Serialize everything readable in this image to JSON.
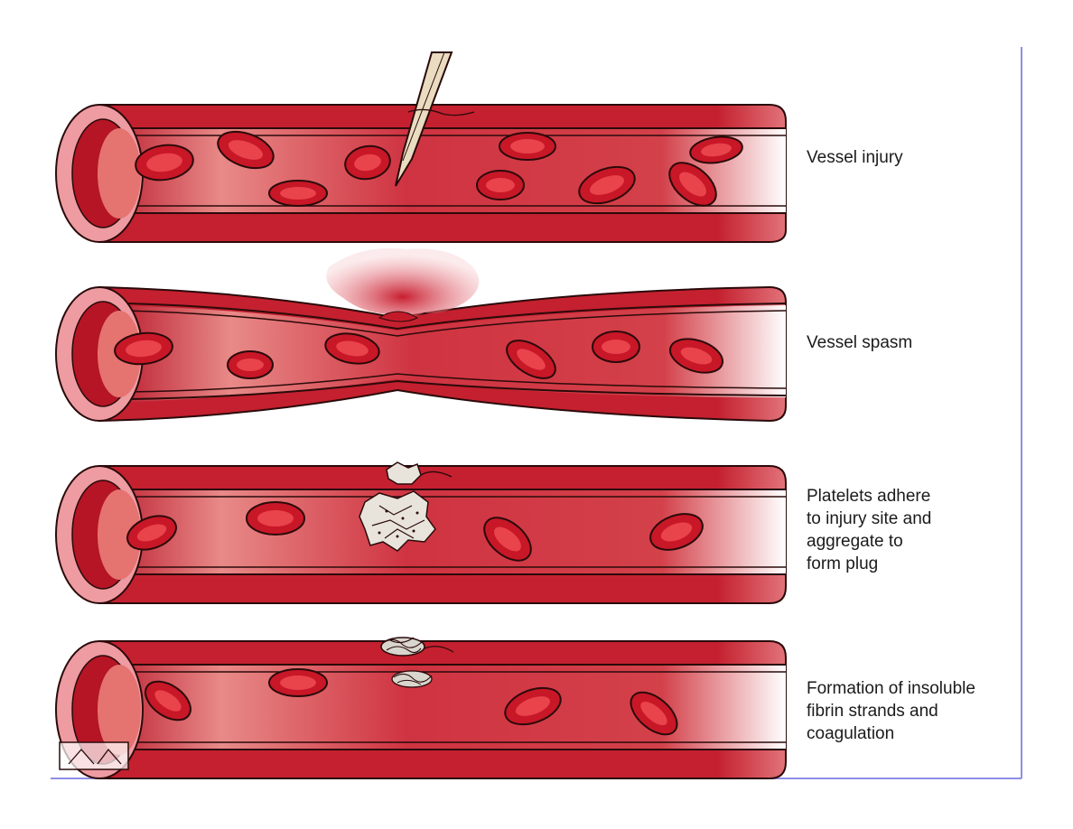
{
  "colors": {
    "vessel_outer": "#c21a2c",
    "vessel_wall_light": "#ee9ba2",
    "vessel_wall_edge": "#d7515c",
    "lumen_center": "#f6b7ae",
    "lumen_edge": "#c51d2e",
    "rbc_fill": "#d21a2a",
    "rbc_inner": "#f05a60",
    "outline": "#2a0a0a",
    "frame_line": "#8e8ee6",
    "platelet": "#e8e4dc",
    "blood_cloud": "#d63342",
    "needle": "#e9dcc0"
  },
  "stages": [
    {
      "id": "injury",
      "label_lines": [
        "Vessel injury"
      ]
    },
    {
      "id": "spasm",
      "label_lines": [
        "Vessel spasm"
      ]
    },
    {
      "id": "platelet",
      "label_lines": [
        "Platelets adhere",
        "to injury site and",
        "aggregate to",
        "form plug"
      ]
    },
    {
      "id": "fibrin",
      "label_lines": [
        "Formation of insoluble",
        "fibrin strands and",
        "coagulation"
      ]
    }
  ],
  "icons": [
    "needle-icon",
    "blood-leak-icon",
    "platelet-plug-icon",
    "fibrin-mesh-icon",
    "stamp-icon"
  ]
}
